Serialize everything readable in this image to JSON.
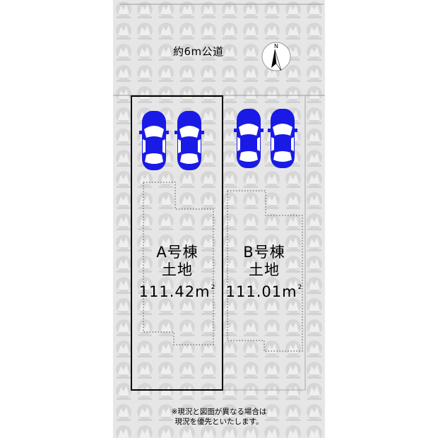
{
  "road": {
    "label": "約6m公道"
  },
  "compass": {
    "north_label": "N"
  },
  "lots": [
    {
      "name": "A号棟",
      "type": "土地",
      "area_value": "111.42m",
      "area_unit_sup": "2"
    },
    {
      "name": "B号棟",
      "type": "土地",
      "area_value": "111.01m",
      "area_unit_sup": "2"
    }
  ],
  "colors": {
    "car": "#1a1ae6",
    "background_pattern": "#e6e6e6",
    "lot_outline": "#000000"
  },
  "icons": [
    "car-icon",
    "compass-icon"
  ],
  "note": {
    "line1": "※現況と図面が異なる場合は",
    "line2": "現況を優先といたします。"
  }
}
